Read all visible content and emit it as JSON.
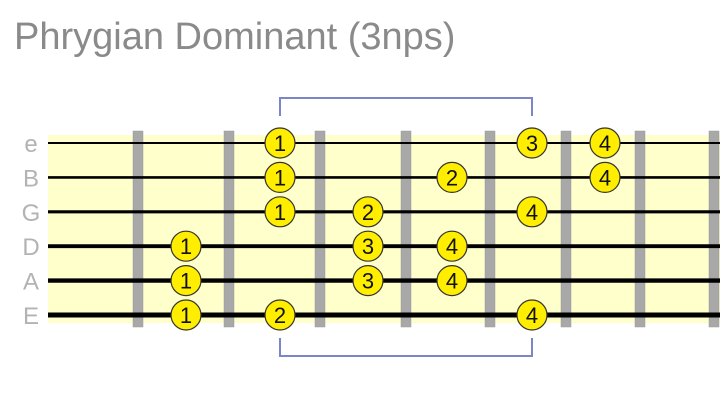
{
  "title": "Phrygian Dominant (3nps)",
  "colors": {
    "board": "#ffffcc",
    "string": "#000000",
    "fret": "#a8a8a8",
    "note_fill": "#ffee00",
    "note_stroke": "#333333",
    "bracket": "#7b85c8",
    "label": "#b3b3b3"
  },
  "strings": [
    "e",
    "B",
    "G",
    "D",
    "A",
    "E"
  ],
  "notes": [
    {
      "string": "e",
      "fret": 2,
      "finger": "1"
    },
    {
      "string": "e",
      "fret": 5,
      "finger": "3"
    },
    {
      "string": "e",
      "fret": 6,
      "finger": "4"
    },
    {
      "string": "B",
      "fret": 2,
      "finger": "1"
    },
    {
      "string": "B",
      "fret": 4,
      "finger": "2"
    },
    {
      "string": "B",
      "fret": 6,
      "finger": "4"
    },
    {
      "string": "G",
      "fret": 2,
      "finger": "1"
    },
    {
      "string": "G",
      "fret": 3,
      "finger": "2"
    },
    {
      "string": "G",
      "fret": 5,
      "finger": "4"
    },
    {
      "string": "D",
      "fret": 1,
      "finger": "1"
    },
    {
      "string": "D",
      "fret": 3,
      "finger": "3"
    },
    {
      "string": "D",
      "fret": 4,
      "finger": "4"
    },
    {
      "string": "A",
      "fret": 1,
      "finger": "1"
    },
    {
      "string": "A",
      "fret": 3,
      "finger": "3"
    },
    {
      "string": "A",
      "fret": 4,
      "finger": "4"
    },
    {
      "string": "E",
      "fret": 1,
      "finger": "1"
    },
    {
      "string": "E",
      "fret": 2,
      "finger": "2"
    },
    {
      "string": "E",
      "fret": 5,
      "finger": "4"
    }
  ],
  "position_bracket": {
    "from_fret": 2,
    "to_fret": 5
  }
}
